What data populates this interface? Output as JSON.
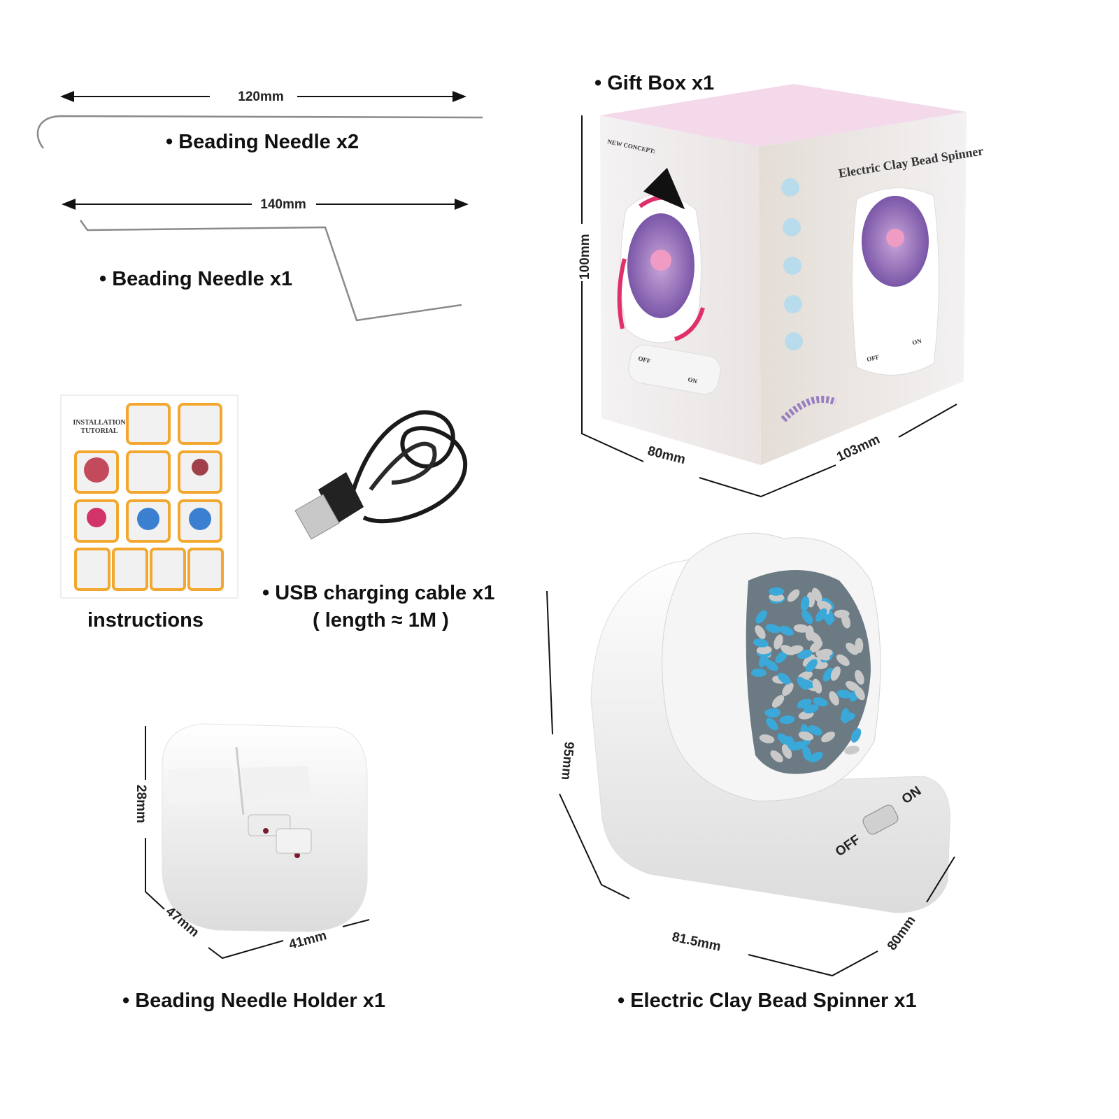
{
  "items": {
    "needle_x2": {
      "label": "• Beading Needle x2",
      "length": "120mm"
    },
    "needle_x1": {
      "label": "• Beading Needle x1",
      "length": "140mm"
    },
    "gift_box": {
      "label": "• Gift Box x1",
      "height": "100mm",
      "width": "80mm",
      "depth": "103mm",
      "box_title": "Electric Clay Bead Spinner",
      "box_concept": "NEW CONCEPT:",
      "switch_off": "OFF",
      "switch_on": "ON"
    },
    "instructions": {
      "label": "instructions",
      "card_title_1": "INSTALLATION",
      "card_title_2": "TUTORIAL"
    },
    "usb_cable": {
      "label": "• USB charging cable x1",
      "note": "( length ≈ 1M )"
    },
    "needle_holder": {
      "label": "• Beading Needle Holder x1",
      "height": "28mm",
      "depth": "47mm",
      "width": "41mm"
    },
    "spinner": {
      "label": "• Electric Clay Bead Spinner x1",
      "height": "95mm",
      "width": "81.5mm",
      "depth": "80mm",
      "switch_off": "OFF",
      "switch_on": "ON"
    }
  },
  "colors": {
    "accent_pink": "#e0306a",
    "bead_blue": "#3aa8d8",
    "box_top": "#f3d9ea"
  }
}
